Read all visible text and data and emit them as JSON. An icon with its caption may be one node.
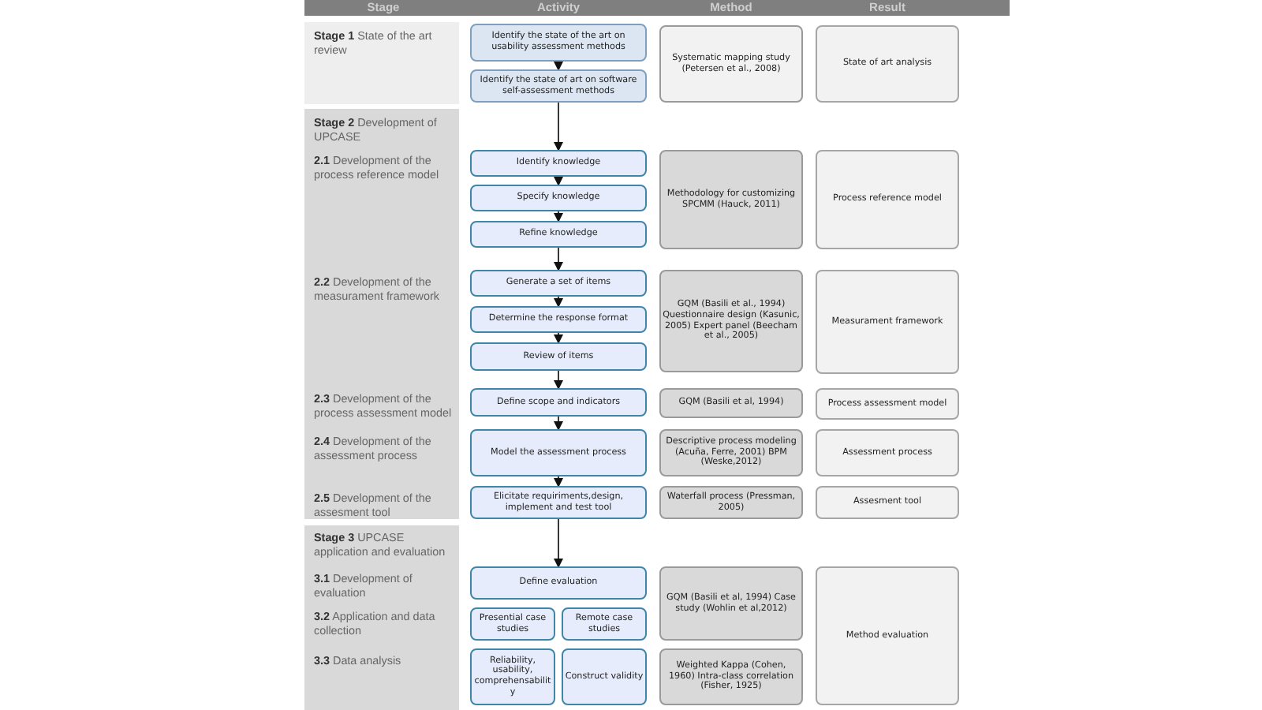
{
  "diagram": {
    "nodes": [
      {
        "text": [
          "**Stage 1** State of the art review"
        ]
      },
      {
        "text": [
          "Identify the state of the art on usability assessment methods"
        ]
      },
      {
        "text": [
          "Identify the state of art on software self-assessment methods"
        ]
      },
      {
        "text": [
          "Systematic mapping study (Petersen et al., 2008)"
        ]
      },
      {
        "text": [
          "State of art analysis"
        ]
      },
      {
        "text": [
          "**Stage 2** Development of UPCASE",
          "**2.1** Development of the process reference model",
          "**2.2** Development of the measurament framework",
          "**2.3** Development of the process assessment model",
          "**2.4** Development of the assessment process",
          "**2.5** Development of the assesment tool"
        ]
      },
      {
        "text": [
          "Identify knowledge"
        ]
      },
      {
        "text": [
          "Specify knowledge"
        ]
      },
      {
        "text": [
          "Refine knowledge"
        ]
      },
      {
        "text": [
          "Methodology for customizing SPCMM (Hauck, 2011)"
        ]
      },
      {
        "text": [
          "Process reference model"
        ]
      },
      {
        "text": [
          "Generate a set of items"
        ]
      },
      {
        "text": [
          "Determine the response format"
        ]
      },
      {
        "text": [
          "Review of items"
        ]
      },
      {
        "text": [
          "GQM (Basili et al., 1994) Questionnaire design (Kasunic, 2005) Expert panel (Beecham et al., 2005)"
        ]
      },
      {
        "text": [
          "Measurament framework"
        ]
      },
      {
        "text": [
          "Define scope and indicators"
        ]
      },
      {
        "text": [
          "GQM (Basili et al, 1994)"
        ]
      },
      {
        "text": [
          "Process assessment model"
        ]
      },
      {
        "text": [
          "Model the assessment process"
        ]
      },
      {
        "text": [
          "Descriptive process modeling (Acuña, Ferre, 2001) BPM (Weske,2012)"
        ]
      },
      {
        "text": [
          "Assessment process"
        ]
      },
      {
        "text": [
          "Elicitate requiriments,design, implement and test tool"
        ]
      },
      {
        "text": [
          "Waterfall process (Pressman, 2005)"
        ]
      },
      {
        "text": [
          "Assesment tool"
        ]
      },
      {
        "text": [
          "**Stage 3** UPCASE application and evaluation",
          "**3.1** Development of evaluation",
          "**3.2** Application and data collection",
          "**3.3** Data analysis"
        ]
      },
      {
        "text": [
          "Define evaluation"
        ]
      },
      {
        "text": [
          "Presential case studies"
        ]
      },
      {
        "text": [
          "Remote case studies"
        ]
      },
      {
        "text": [
          "Reliability, usability, comprehensability"
        ]
      },
      {
        "text": [
          "Construct validity"
        ]
      },
      {
        "text": [
          "GQM (Basili et al, 1994) Case study (Wohlin et al,2012)"
        ]
      },
      {
        "text": [
          "Weighted Kappa (Cohen, 1960) Intra-class correlation (Fisher, 1925)"
        ]
      },
      {
        "text": [
          "Method evaluation"
        ]
      }
    ],
    "edges": [
      {
        "from": 1,
        "to": 2,
        "arrow": "to"
      },
      {
        "from": 2,
        "to": 6,
        "arrow": "to"
      },
      {
        "from": 6,
        "to": 7,
        "arrow": "to"
      },
      {
        "from": 7,
        "to": 8,
        "arrow": "to"
      },
      {
        "from": 8,
        "to": 11,
        "arrow": "to"
      },
      {
        "from": 11,
        "to": 12,
        "arrow": "to"
      },
      {
        "from": 12,
        "to": 13,
        "arrow": "to"
      },
      {
        "from": 13,
        "to": 16,
        "arrow": "to"
      },
      {
        "from": 16,
        "to": 19,
        "arrow": "to"
      },
      {
        "from": 19,
        "to": 22,
        "arrow": "to"
      },
      {
        "from": 22,
        "to": 26,
        "arrow": "to"
      }
    ],
    "labels": [
      "Stage",
      "Activity",
      "Method",
      "Result"
    ]
  }
}
